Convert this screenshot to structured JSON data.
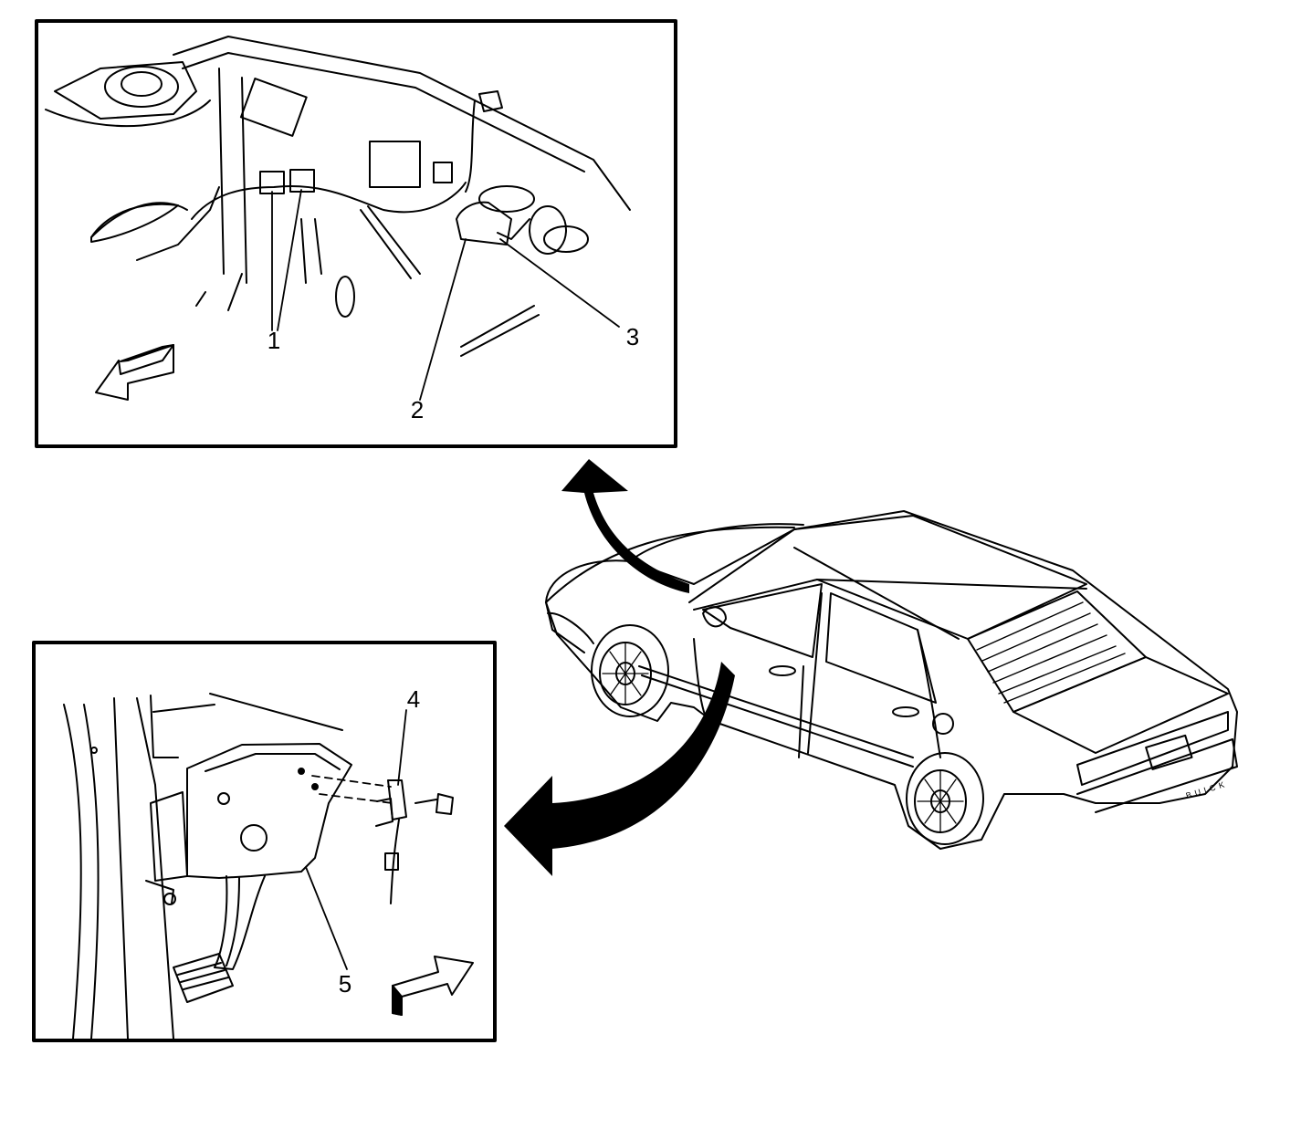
{
  "diagram": {
    "callouts": [
      {
        "id": "1",
        "label": "1"
      },
      {
        "id": "2",
        "label": "2"
      },
      {
        "id": "3",
        "label": "3"
      },
      {
        "id": "4",
        "label": "4"
      },
      {
        "id": "5",
        "label": "5"
      }
    ],
    "vehicle_badge": "BUICK",
    "colors": {
      "ink": "#000000",
      "paper": "#ffffff"
    }
  }
}
